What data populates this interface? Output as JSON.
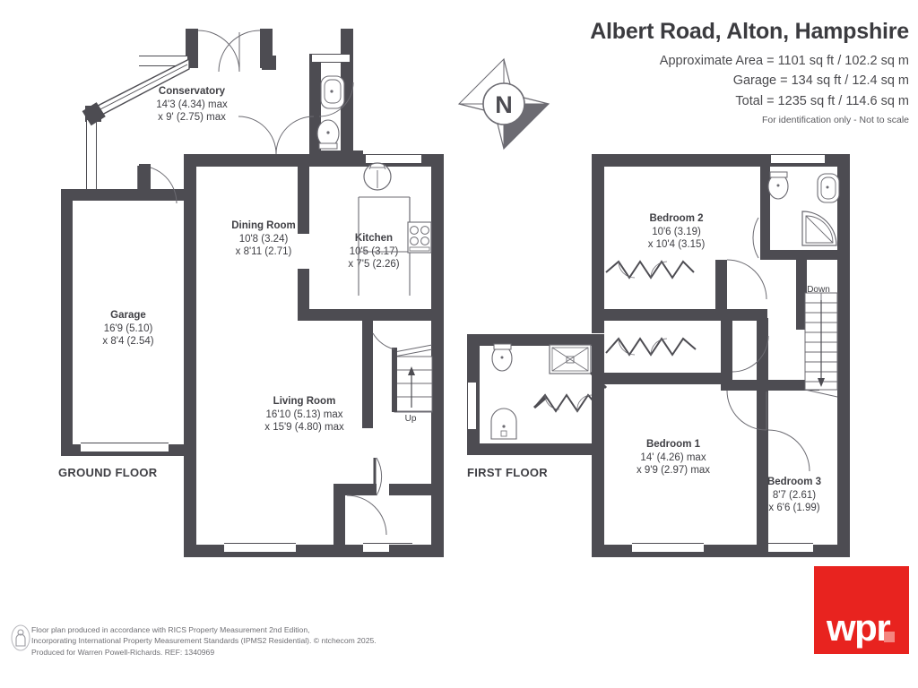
{
  "header": {
    "title": "Albert Road, Alton, Hampshire",
    "approx_area": "Approximate Area = 1101 sq ft / 102.2 sq m",
    "garage_area": "Garage = 134 sq ft / 12.4 sq m",
    "total_area": "Total = 1235 sq ft / 114.6 sq m",
    "disclaimer": "For identification only - Not to scale"
  },
  "compass": {
    "north_letter": "N",
    "icon": "compass-rose-icon"
  },
  "floors": {
    "ground": {
      "label": "GROUND FLOOR"
    },
    "first": {
      "label": "FIRST FLOOR"
    }
  },
  "rooms": {
    "conservatory": {
      "name": "Conservatory",
      "dim_imperial": "14'3 (4.34) max",
      "dim_metric": "x 9' (2.75) max"
    },
    "dining_room": {
      "name": "Dining Room",
      "dim_imperial": "10'8 (3.24)",
      "dim_metric": "x 8'11 (2.71)"
    },
    "kitchen": {
      "name": "Kitchen",
      "dim_imperial": "10'5 (3.17)",
      "dim_metric": "x 7'5 (2.26)"
    },
    "garage": {
      "name": "Garage",
      "dim_imperial": "16'9 (5.10)",
      "dim_metric": "x 8'4 (2.54)"
    },
    "living_room": {
      "name": "Living Room",
      "dim_imperial": "16'10 (5.13) max",
      "dim_metric": "x 15'9 (4.80) max"
    },
    "bedroom_2": {
      "name": "Bedroom 2",
      "dim_imperial": "10'6 (3.19)",
      "dim_metric": "x 10'4 (3.15)"
    },
    "bedroom_1": {
      "name": "Bedroom 1",
      "dim_imperial": "14' (4.26) max",
      "dim_metric": "x 9'9 (2.97) max"
    },
    "bedroom_3": {
      "name": "Bedroom 3",
      "dim_imperial": "8'7 (2.61)",
      "dim_metric": "x 6'6 (1.99)"
    }
  },
  "stairs": {
    "ground_up": "Up",
    "first_down": "Down"
  },
  "logo": {
    "text": "wpr",
    "background": "#e8231f",
    "dot_color": "#f4857f"
  },
  "footer": {
    "line1": "Floor plan produced in accordance with RICS Property Measurement 2nd Edition,",
    "line2": "Incorporating International Property Measurement Standards (IPMS2 Residential).   © ntchecom 2025.",
    "line3": "Produced for Warren Powell-Richards.   REF: 1340969"
  },
  "colors": {
    "wall": "#4d4c52",
    "fixture_line": "#6c6b72",
    "text": "#3f3f44",
    "brand_red": "#e8231f"
  }
}
